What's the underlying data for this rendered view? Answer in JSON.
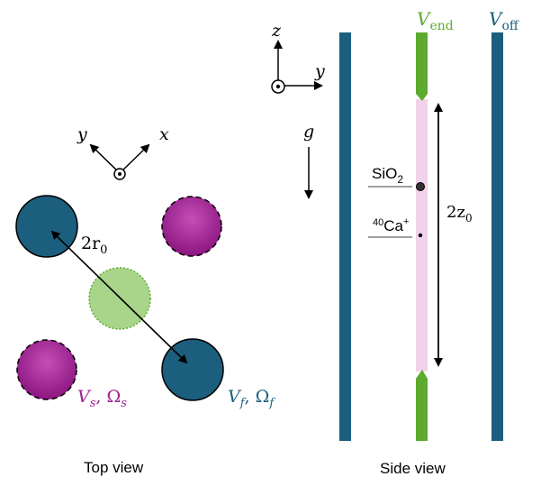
{
  "colors": {
    "blue": "#1b5e7e",
    "purple": "#9c1f8f",
    "green": "#5daa2e",
    "light_green": "#a8d58a",
    "pink": "#f0d2ea",
    "black": "#000000"
  },
  "top_view": {
    "caption": "Top view",
    "axis_y": "y",
    "axis_x": "x",
    "radius_label": {
      "main": "2r",
      "sub": "0"
    },
    "slow_label": {
      "v": "V",
      "v_sub": "s",
      "omega": "Ω",
      "omega_sub": "s"
    },
    "fast_label": {
      "v": "V",
      "v_sub": "f",
      "omega": "Ω",
      "omega_sub": "f"
    }
  },
  "side_view": {
    "caption": "Side view",
    "axis_z": "z",
    "axis_y": "y",
    "gravity": "g",
    "v_end": {
      "main": "V",
      "sub": "end"
    },
    "v_off": {
      "main": "V",
      "sub": "off"
    },
    "sio2": {
      "main": "SiO",
      "sub": "2"
    },
    "ca": {
      "sup": "40",
      "main": "Ca",
      "charge": "+"
    },
    "height_label": {
      "main": "2z",
      "sub": "0"
    }
  }
}
